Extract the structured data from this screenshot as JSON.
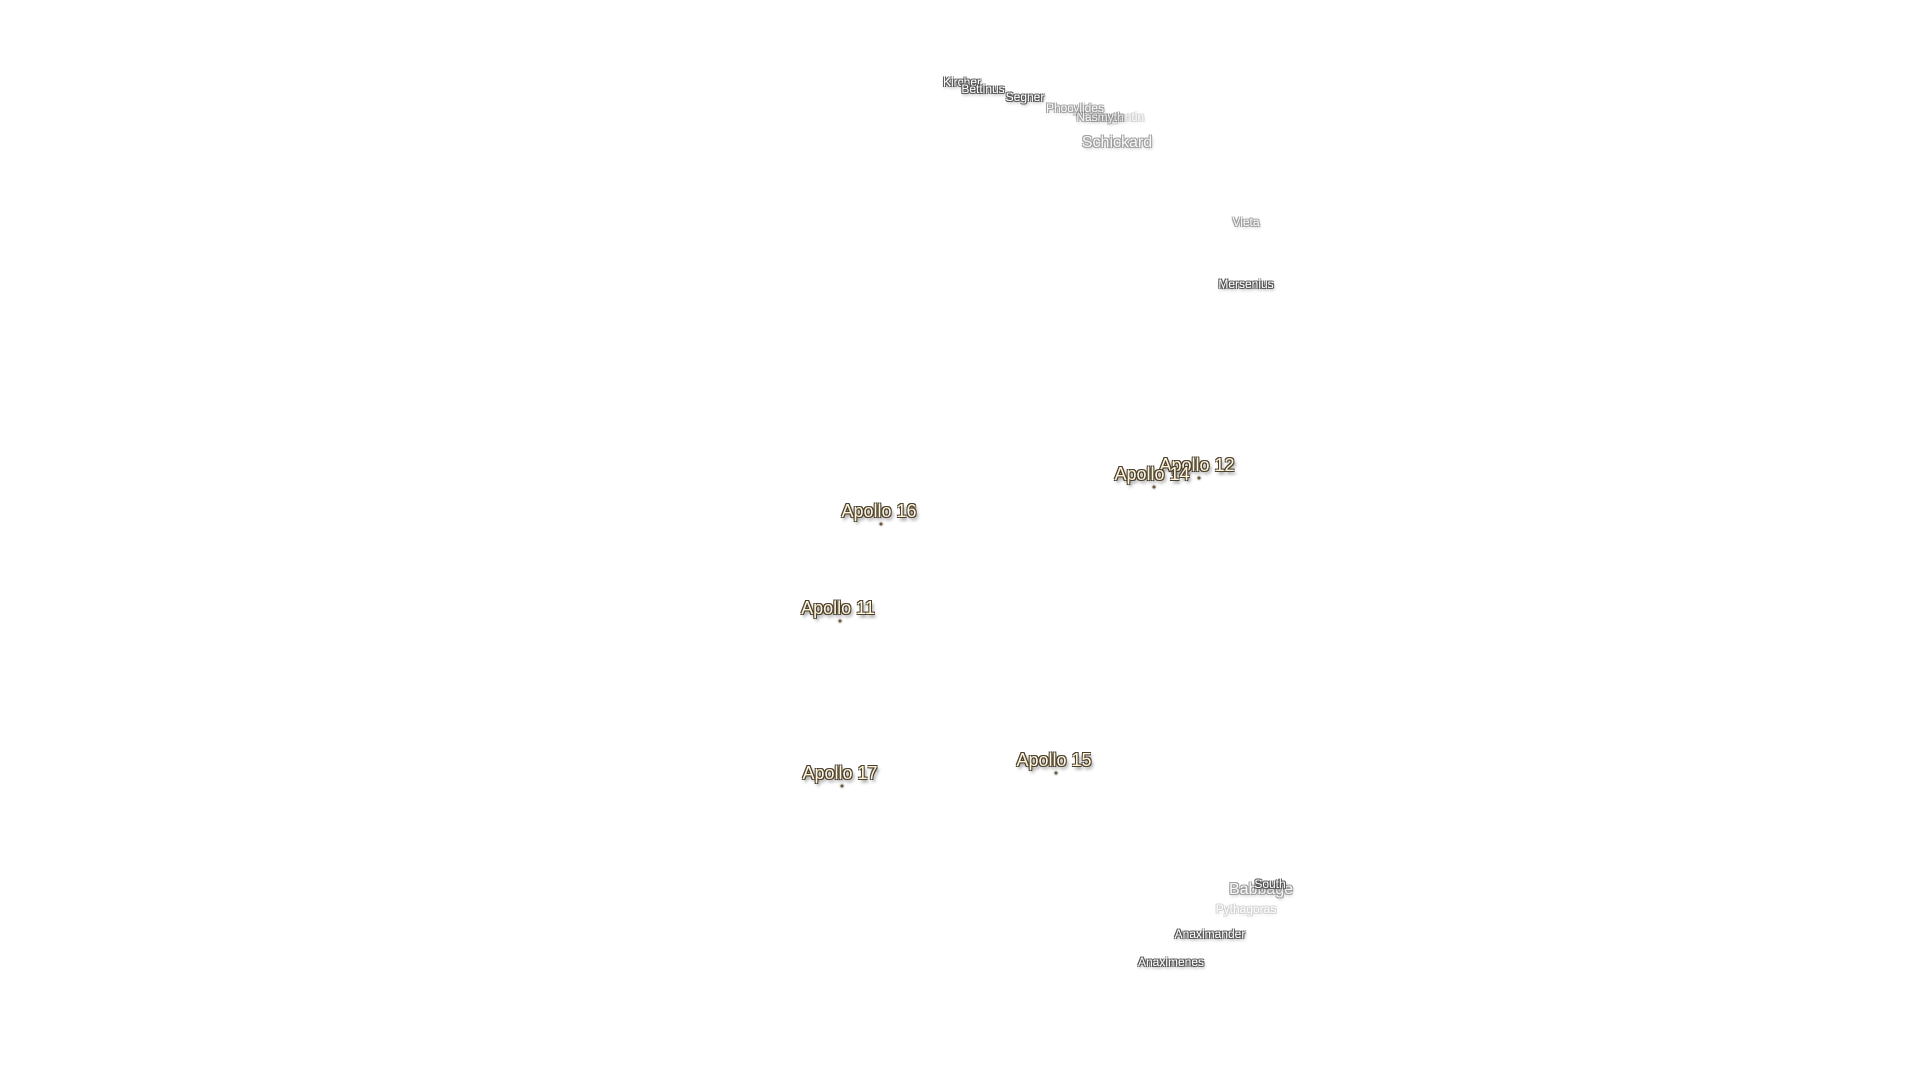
{
  "map": {
    "craters": [
      {
        "name": "Kircher",
        "style": ""
      },
      {
        "name": "Bettinus",
        "style": ""
      },
      {
        "name": "Segner",
        "style": ""
      },
      {
        "name": "Phocylides",
        "style": "faded"
      },
      {
        "name": "Wargentin",
        "style": "faint"
      },
      {
        "name": "Nasmyth",
        "style": "faded"
      },
      {
        "name": "Schickard",
        "style": "faded large"
      },
      {
        "name": "Vieta",
        "style": "faded"
      },
      {
        "name": "Mersenius",
        "style": ""
      },
      {
        "name": "Babbage",
        "style": "faded large"
      },
      {
        "name": "South",
        "style": ""
      },
      {
        "name": "Pythagoras",
        "style": "faint"
      },
      {
        "name": "Anaximander",
        "style": ""
      },
      {
        "name": "Anaximenes",
        "style": ""
      }
    ],
    "landing_sites": [
      {
        "name": "Apollo 12"
      },
      {
        "name": "Apollo 14"
      },
      {
        "name": "Apollo 16"
      },
      {
        "name": "Apollo 11"
      },
      {
        "name": "Apollo 15"
      },
      {
        "name": "Apollo 17"
      }
    ]
  }
}
